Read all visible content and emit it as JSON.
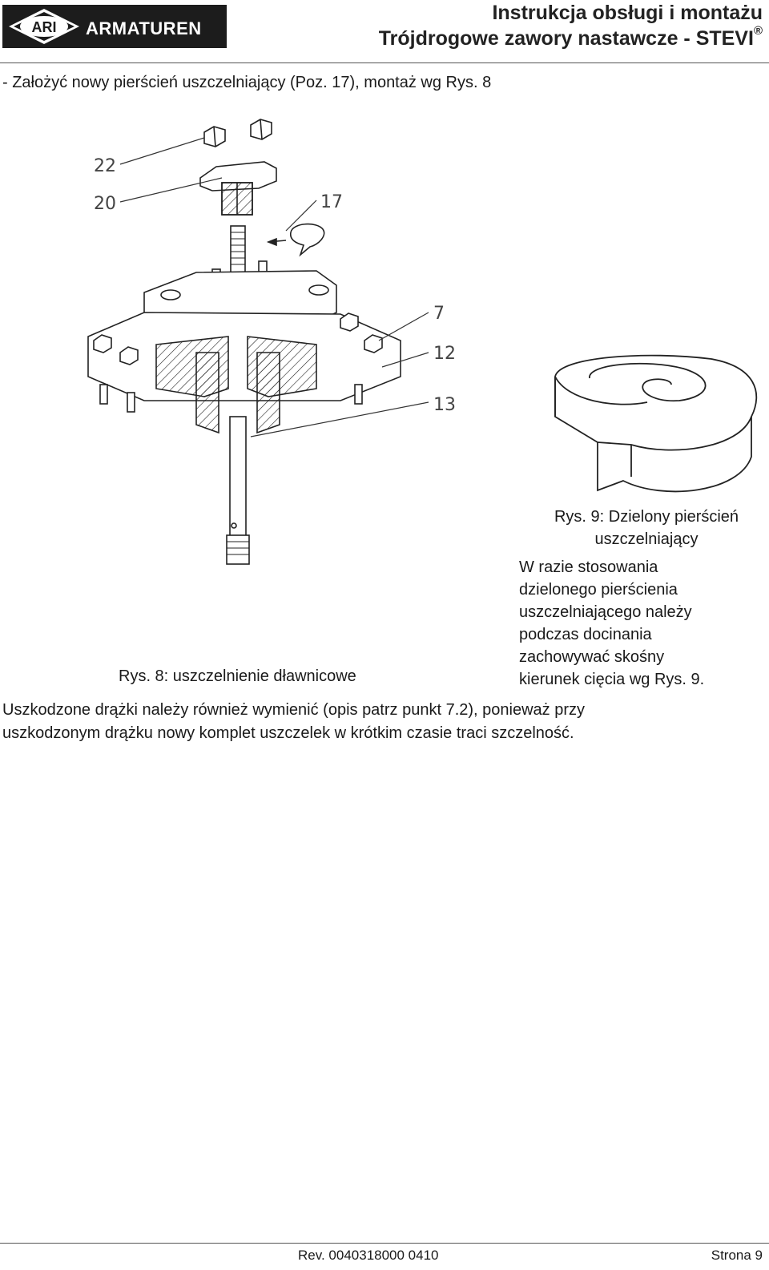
{
  "header": {
    "logo_text": "ARI ARMATUREN",
    "title_line1": "Instrukcja obsługi i montażu",
    "title_line2": "Trójdrogowe zawory nastawcze - STEVI",
    "title_reg": "®"
  },
  "intro": "- Założyć nowy pierścień uszczelniający (Poz. 17), montaż wg Rys. 8",
  "figure8": {
    "callouts": [
      "22",
      "20",
      "17",
      "7",
      "12",
      "13"
    ],
    "caption": "Rys. 8: uszczelnienie dławnicowe"
  },
  "figure9": {
    "caption_line1": "Rys. 9: Dzielony pierścień",
    "caption_line2": "uszczelniający"
  },
  "note": {
    "lines": [
      "W razie stosowania",
      "dzielonego pierścienia",
      "uszczelniającego należy",
      "podczas docinania",
      "zachowywać skośny",
      "kierunek cięcia wg Rys. 9."
    ]
  },
  "paragraph": {
    "line1": "Uszkodzone drążki należy również wymienić (opis patrz punkt 7.2), ponieważ przy",
    "line2": "uszkodzonym drążku nowy komplet uszczelek w krótkim czasie traci szczelność."
  },
  "footer": {
    "rev": "Rev. 0040318000 0410",
    "page": "Strona 9"
  }
}
